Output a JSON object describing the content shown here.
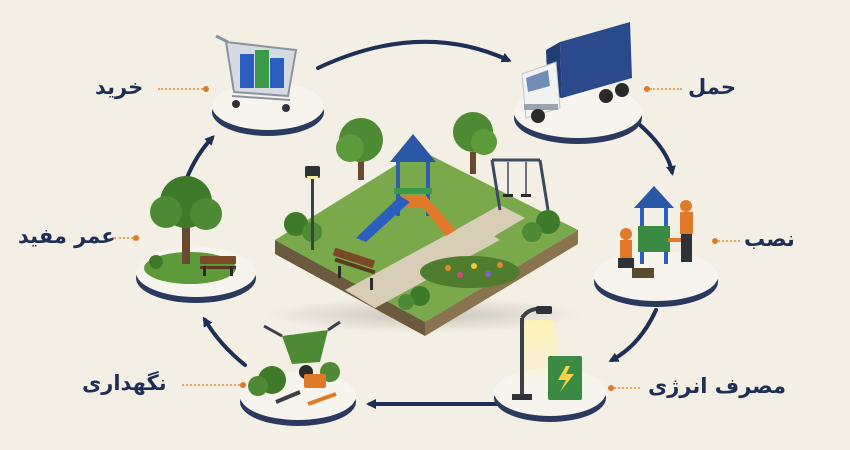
{
  "stages": [
    {
      "id": "purchase",
      "label": "خرید",
      "icon": "shopping-cart-icon"
    },
    {
      "id": "transport",
      "label": "حمل",
      "icon": "truck-icon"
    },
    {
      "id": "installation",
      "label": "نصب",
      "icon": "workers-installing-icon"
    },
    {
      "id": "energy",
      "label": "مصرف انرژی",
      "icon": "street-lamp-electric-box-icon"
    },
    {
      "id": "maintenance",
      "label": "نگهداری",
      "icon": "wheelbarrow-tools-icon"
    },
    {
      "id": "useful_life",
      "label": "عمر مفید",
      "icon": "tree-bench-icon"
    }
  ],
  "center": {
    "icon": "park-playground-icon"
  },
  "colors": {
    "background": "#f4efe4",
    "arrow": "#1d2f55",
    "label": "#1d2f55",
    "leader": "#e07a2a",
    "platform": "#f7f4ee",
    "platform_rim": "#2a3a5e"
  }
}
